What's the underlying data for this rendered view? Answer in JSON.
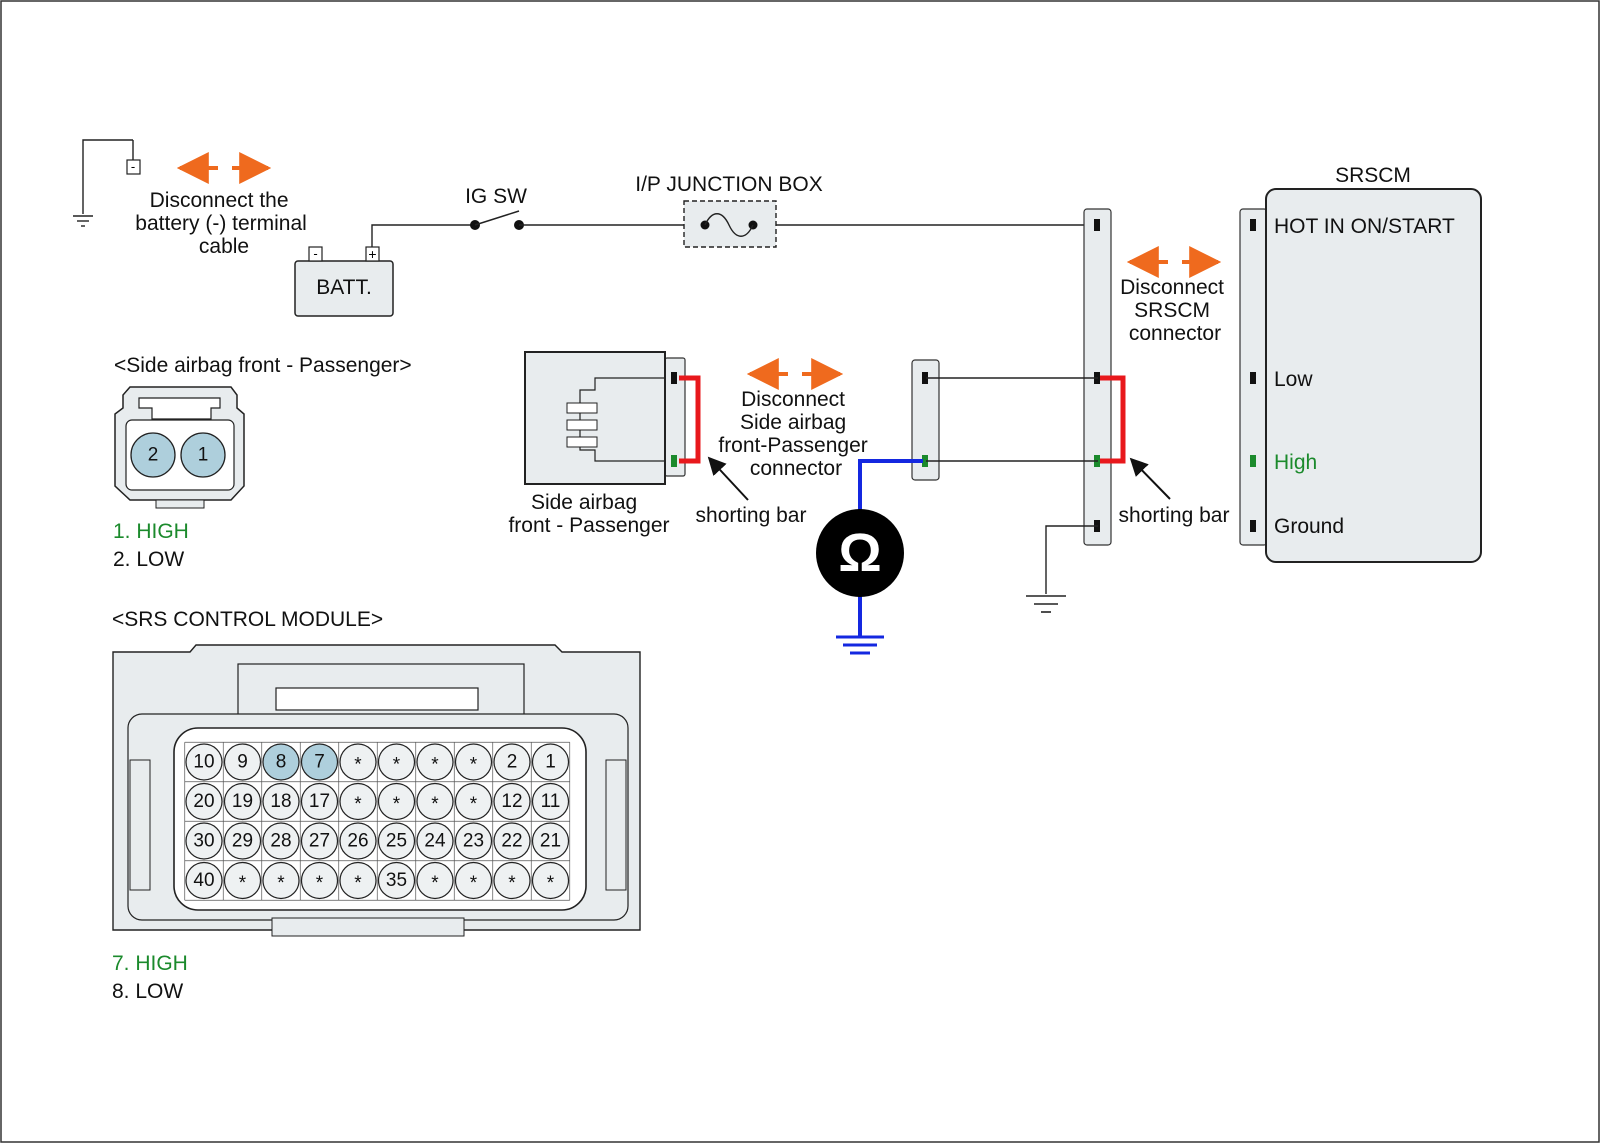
{
  "diagram": {
    "battery": {
      "label": "BATT.",
      "minus": "-",
      "plus": "+",
      "ground_terminal": "-",
      "instruction": [
        "Disconnect the",
        "battery (-) terminal",
        "cable"
      ]
    },
    "ig_switch": "IG SW",
    "junction_box": "I/P JUNCTION BOX",
    "srscm": {
      "title": "SRSCM",
      "pins": [
        "HOT IN ON/START",
        "Low",
        "High",
        "Ground"
      ],
      "instruction": [
        "Disconnect",
        "SRSCM",
        "connector"
      ]
    },
    "airbag": {
      "label": [
        "Side airbag",
        "front - Passenger"
      ],
      "instruction": [
        "Disconnect",
        "Side airbag",
        "front-Passenger",
        "connector"
      ]
    },
    "shorting_bar_left": "shorting bar",
    "shorting_bar_right": "shorting bar",
    "ohmmeter_symbol": "Ω",
    "colors": {
      "high_green": "#1b8a2c",
      "shorting_red": "#e8181c",
      "meter_blue": "#1428e0",
      "arrow_orange": "#ef6a1e",
      "connector_fill": "#e8ecee",
      "highlight_pin": "#aecfdc"
    }
  },
  "side_airbag_connector": {
    "title": "<Side airbag front - Passenger>",
    "pins": [
      "2",
      "1"
    ],
    "legend_high": "1. HIGH",
    "legend_low": "2. LOW"
  },
  "srs_control_module": {
    "title": "<SRS CONTROL MODULE>",
    "rows": [
      [
        "10",
        "9",
        "8",
        "7",
        "*",
        "*",
        "*",
        "*",
        "2",
        "1"
      ],
      [
        "20",
        "19",
        "18",
        "17",
        "*",
        "*",
        "*",
        "*",
        "12",
        "11"
      ],
      [
        "30",
        "29",
        "28",
        "27",
        "26",
        "25",
        "24",
        "23",
        "22",
        "21"
      ],
      [
        "40",
        "*",
        "*",
        "*",
        "*",
        "35",
        "*",
        "*",
        "*",
        "*"
      ]
    ],
    "highlighted": [
      "8",
      "7"
    ],
    "legend_high": "7. HIGH",
    "legend_low": "8. LOW"
  }
}
